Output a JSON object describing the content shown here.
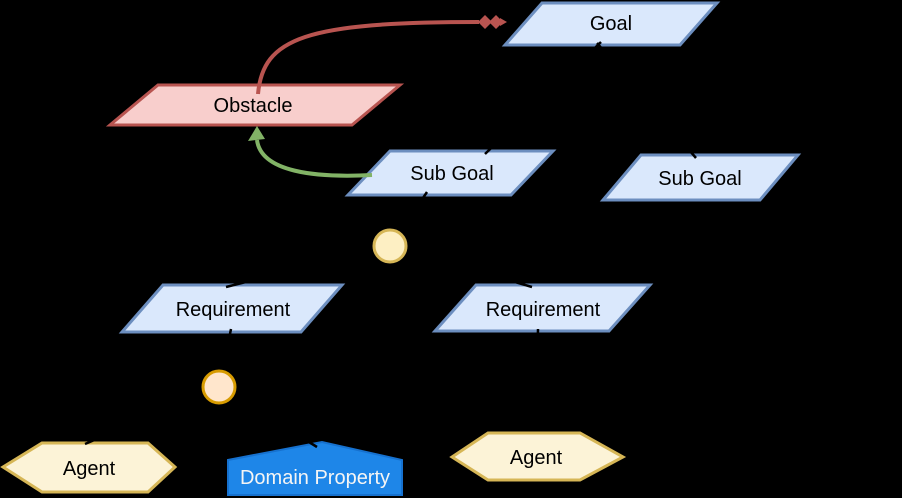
{
  "diagram": {
    "kind": "KAOS goal model",
    "nodes": {
      "goal": {
        "label": "Goal",
        "shape": "parallelogram"
      },
      "obstacle": {
        "label": "Obstacle",
        "shape": "parallelogram"
      },
      "sub_goal_left": {
        "label": "Sub Goal",
        "shape": "parallelogram"
      },
      "sub_goal_right": {
        "label": "Sub Goal",
        "shape": "parallelogram"
      },
      "requirement_left": {
        "label": "Requirement",
        "shape": "parallelogram"
      },
      "requirement_right": {
        "label": "Requirement",
        "shape": "parallelogram"
      },
      "agent_left": {
        "label": "Agent",
        "shape": "hexagon"
      },
      "agent_right": {
        "label": "Agent",
        "shape": "hexagon"
      },
      "domain_property": {
        "label": "Domain Property",
        "shape": "pentagon"
      },
      "and_junction_upper": {
        "label": "",
        "shape": "circle"
      },
      "and_junction_lower": {
        "label": "",
        "shape": "circle"
      }
    },
    "edges": [
      {
        "from": "goal",
        "to": "sub_goal_left",
        "type": "refinement"
      },
      {
        "from": "goal",
        "to": "sub_goal_right",
        "type": "refinement"
      },
      {
        "from": "sub_goal_left",
        "to": "and_junction_upper",
        "type": "refinement"
      },
      {
        "from": "and_junction_upper",
        "to": "requirement_left",
        "type": "refinement"
      },
      {
        "from": "and_junction_upper",
        "to": "requirement_right",
        "type": "refinement"
      },
      {
        "from": "requirement_left",
        "to": "and_junction_lower",
        "type": "refinement"
      },
      {
        "from": "and_junction_lower",
        "to": "agent_left",
        "type": "assignment"
      },
      {
        "from": "and_junction_lower",
        "to": "domain_property",
        "type": "assignment"
      },
      {
        "from": "requirement_right",
        "to": "agent_right",
        "type": "assignment"
      },
      {
        "from": "obstacle",
        "to": "goal",
        "type": "obstruction-arrow-red"
      },
      {
        "from": "sub_goal_left",
        "to": "obstacle",
        "type": "resolution-arrow-green"
      }
    ]
  },
  "colors": {
    "background": "#000000",
    "goal_fill": "#dae8fc",
    "goal_stroke": "#6c8ebf",
    "obstacle_fill": "#f8cecc",
    "obstacle_stroke": "#b85450",
    "agent_fill": "#fcf3d7",
    "agent_stroke": "#d6b656",
    "junction_upper_fill": "#fdefc3",
    "junction_upper_stroke": "#d6b656",
    "junction_lower_fill": "#ffe6cc",
    "junction_lower_stroke": "#d79b00",
    "domain_fill": "#1e86e8",
    "domain_stroke": "#1671cf",
    "domain_text": "#f5f5f5",
    "connector": "#000000",
    "obstruction_arrow": "#b85450",
    "resolution_arrow": "#82b366",
    "label_text": "#000000"
  }
}
